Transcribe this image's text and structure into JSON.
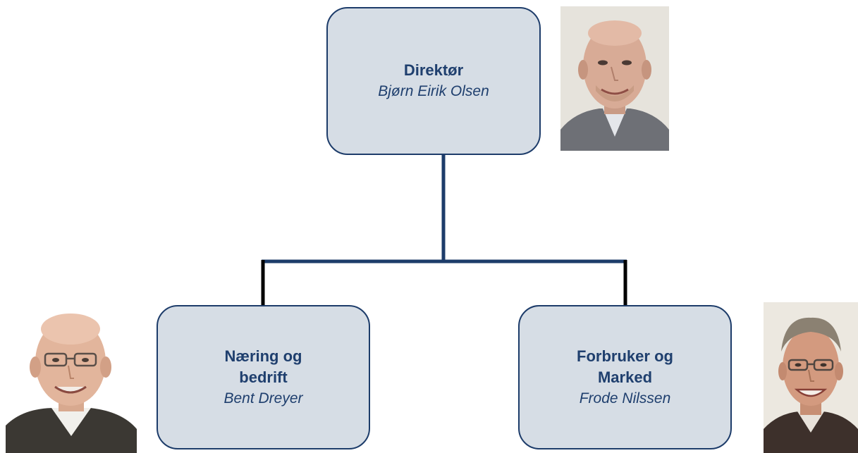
{
  "org_chart": {
    "director": {
      "role": "Direktør",
      "name": "Bjørn Eirik Olsen"
    },
    "departments": [
      {
        "role_line1": "Næring og",
        "role_line2": "bedrift",
        "name": "Bent Dreyer"
      },
      {
        "role_line1": "Forbruker og",
        "role_line2": "Marked",
        "name": "Frode Nilssen"
      }
    ]
  },
  "colors": {
    "box_fill": "#d6dde5",
    "box_border": "#1d3c6a",
    "text": "#1f3f6e",
    "connector_main": "#1d3c6a",
    "connector_branch": "#000000"
  }
}
